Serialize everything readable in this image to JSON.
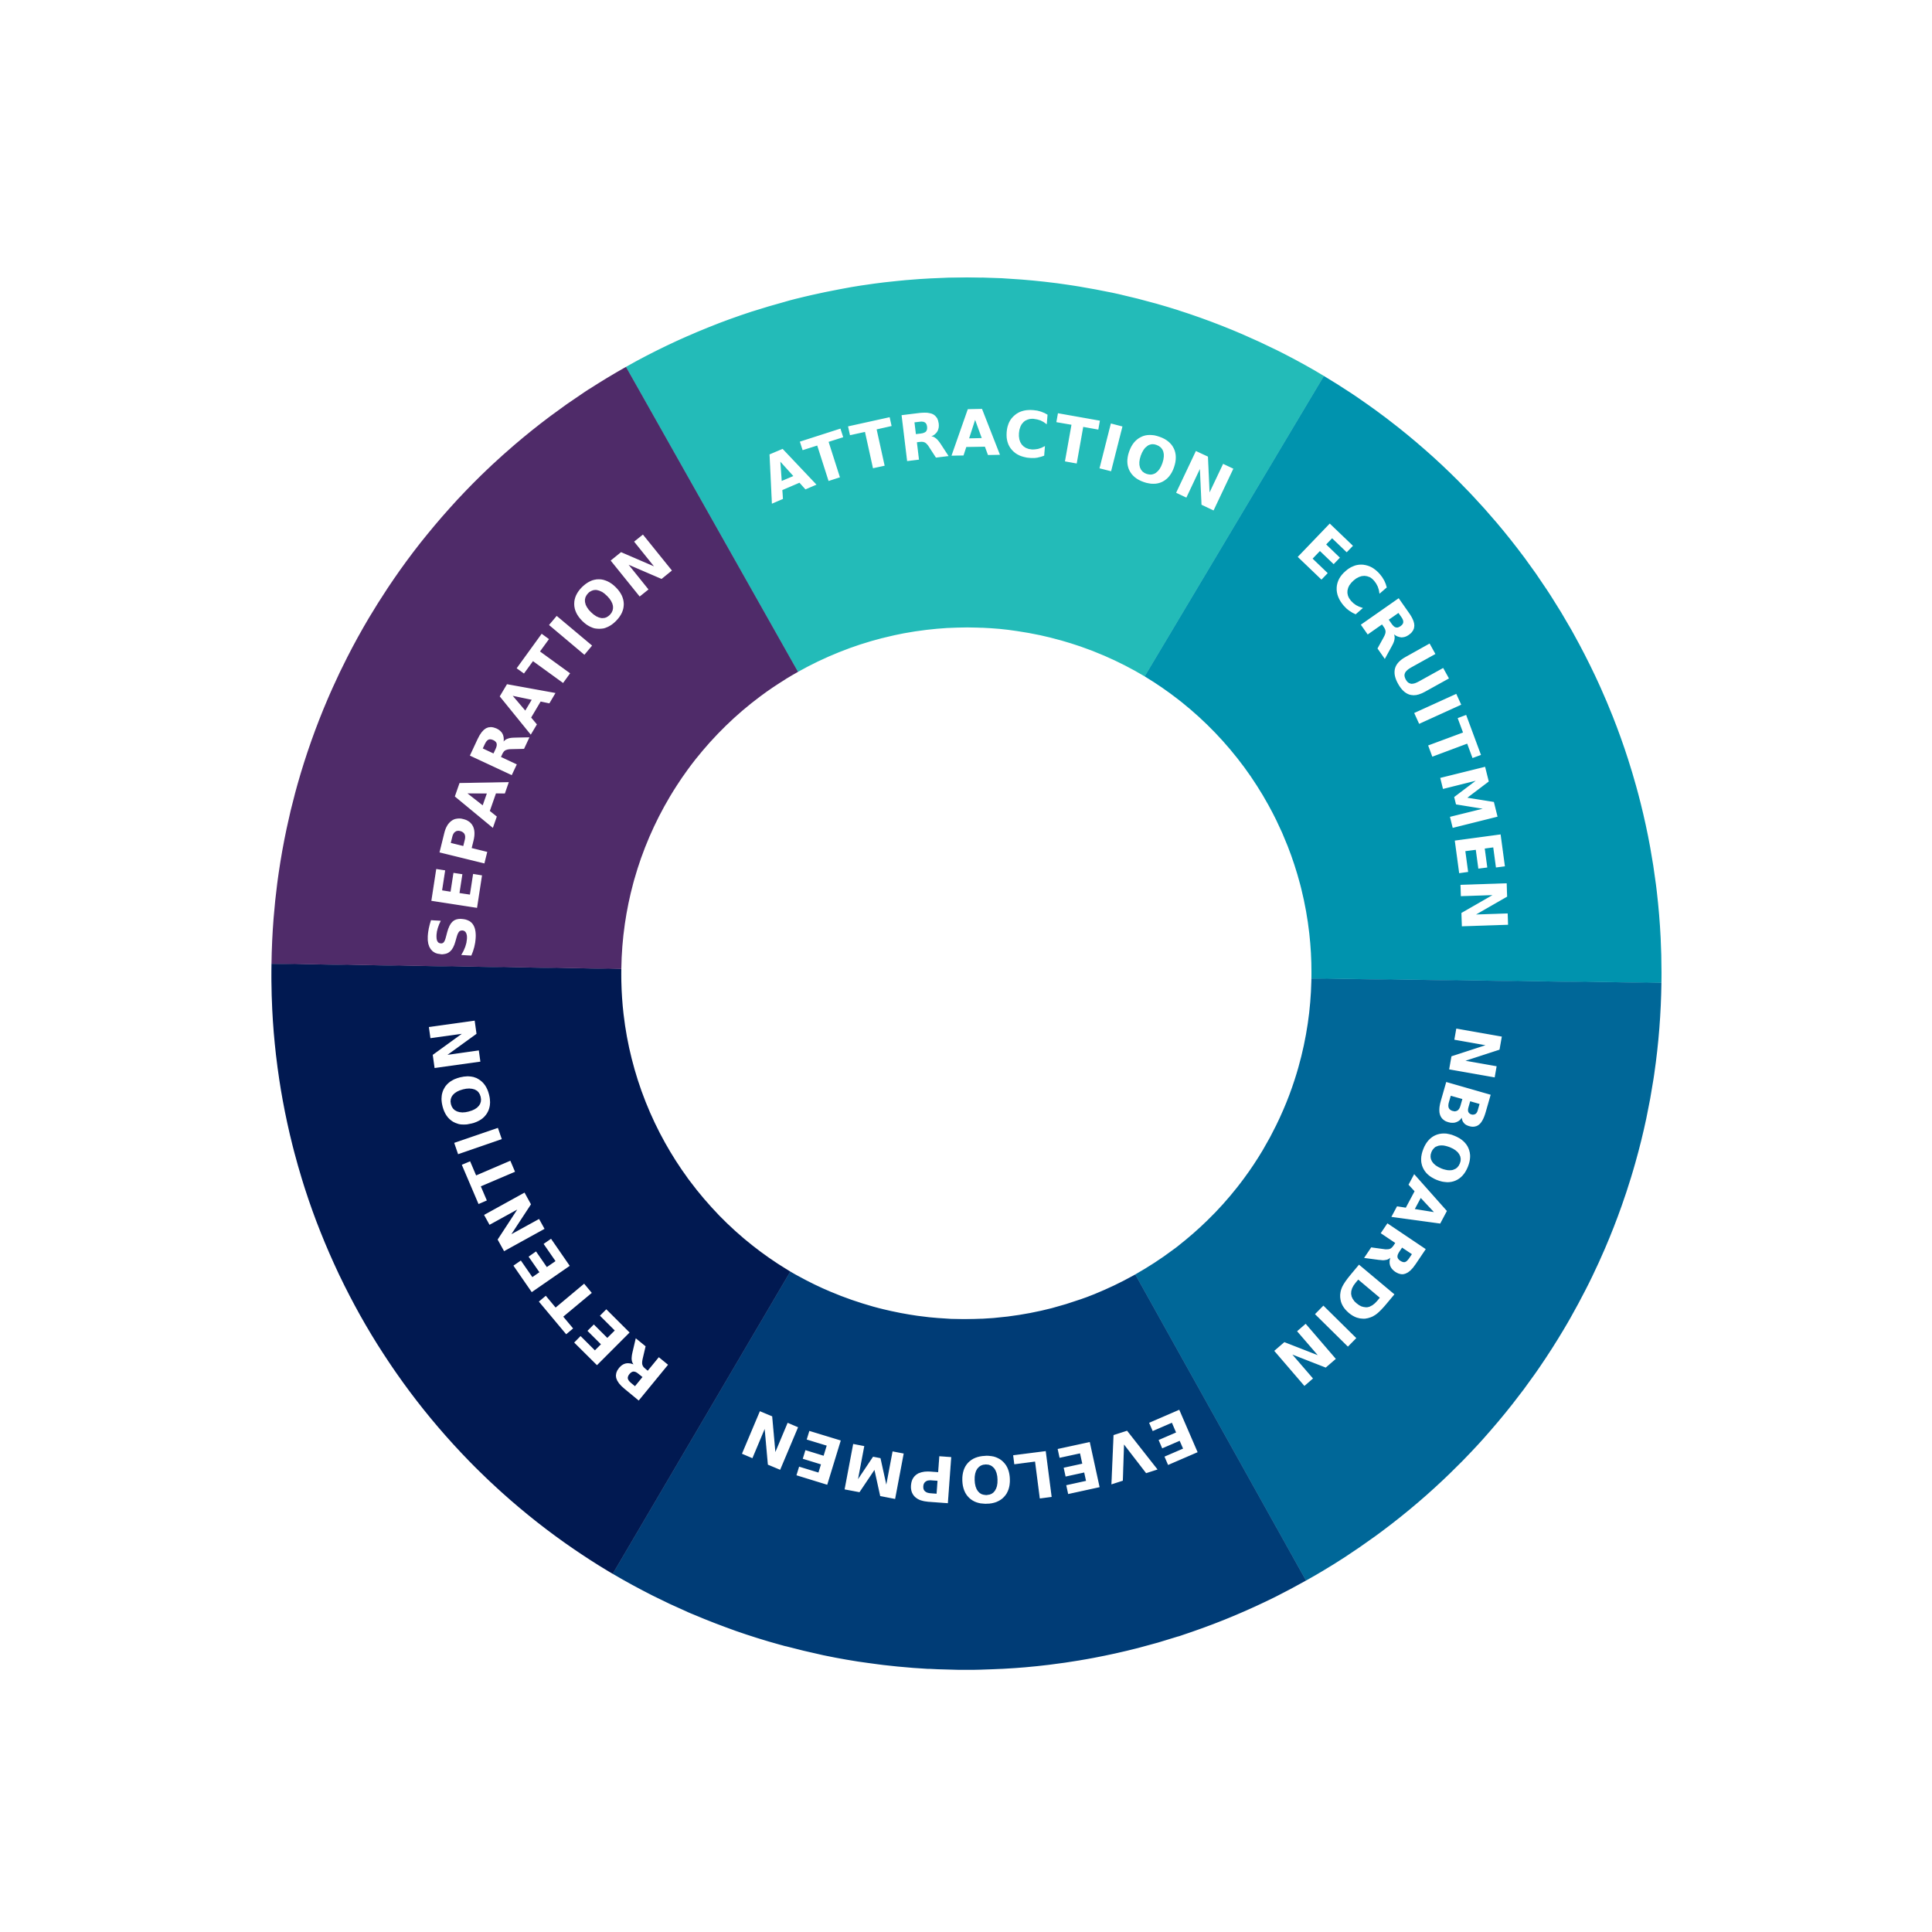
{
  "diagram": {
    "segments": [
      {
        "key": "attraction",
        "label": "ATTRACTION",
        "color": "#23bbb8"
      },
      {
        "key": "recruitment",
        "label": "RECRUITMENT",
        "color": "#0093ae"
      },
      {
        "key": "onboarding",
        "label": "ONBOARDING",
        "color": "#006798"
      },
      {
        "key": "development",
        "label": "DEVELOPMENT",
        "color": "#003c76"
      },
      {
        "key": "retention",
        "label": "RETENTION",
        "color": "#011951"
      },
      {
        "key": "separation",
        "label": "SEPARATION",
        "color": "#4f2b69"
      }
    ]
  }
}
